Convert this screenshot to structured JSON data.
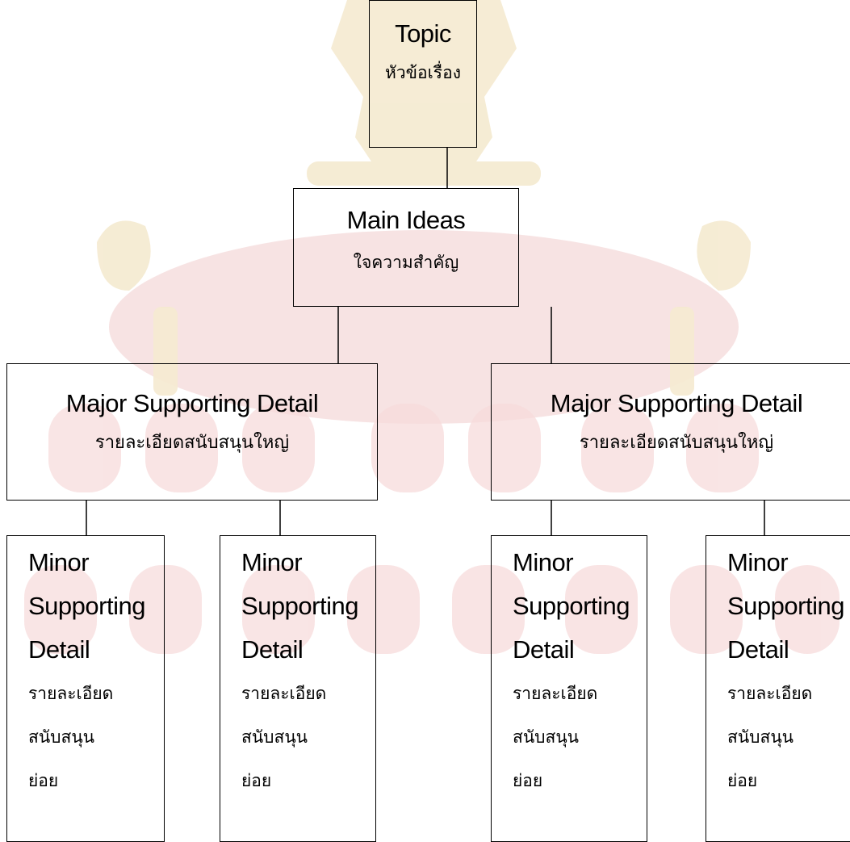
{
  "topic": {
    "title": "Topic",
    "thai": "หัวข้อเรื่อง"
  },
  "main_ideas": {
    "title": "Main Ideas",
    "thai": "ใจความสำคัญ"
  },
  "major_details": [
    {
      "title": "Major Supporting Detail",
      "thai": "รายละเอียดสนับสนุนใหญ่"
    },
    {
      "title": "Major Supporting Detail",
      "thai": "รายละเอียดสนับสนุนใหญ่"
    }
  ],
  "minor_details": [
    {
      "line1": "Minor",
      "line2": "Supporting",
      "line3": "Detail",
      "thai1": "รายละเอียด",
      "thai2": "สนับสนุน",
      "thai3": "ย่อย"
    },
    {
      "line1": "Minor",
      "line2": "Supporting",
      "line3": "Detail",
      "thai1": "รายละเอียด",
      "thai2": "สนับสนุน",
      "thai3": "ย่อย"
    },
    {
      "line1": "Minor",
      "line2": "Supporting",
      "line3": "Detail",
      "thai1": "รายละเอียด",
      "thai2": "สนับสนุน",
      "thai3": "ย่อย"
    },
    {
      "line1": "Minor",
      "line2": "Supporting",
      "line3": "Detail",
      "thai1": "รายละเอียด",
      "thai2": "สนับสนุน",
      "thai3": "ย่อย"
    }
  ],
  "colors": {
    "line": "#000000",
    "watermark": "#f4d2d2",
    "watermark_gold": "#f5e6b8"
  }
}
